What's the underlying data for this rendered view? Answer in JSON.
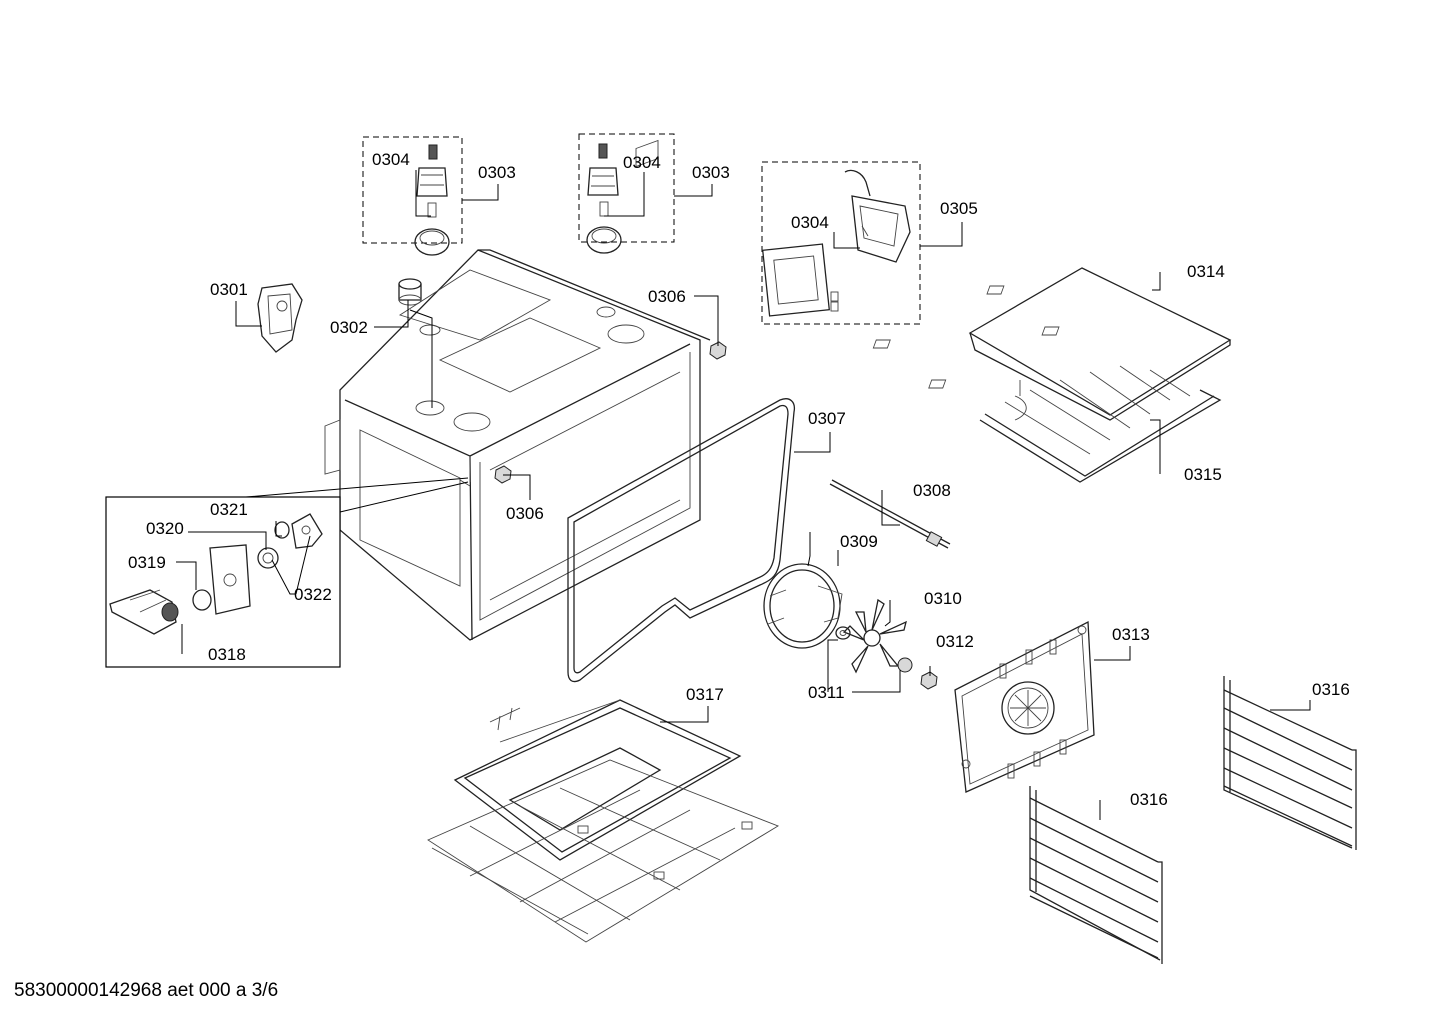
{
  "footer": {
    "doc_code": "58300000142968 aet 000 a 3/6"
  },
  "labels": {
    "p0301": "0301",
    "p0302": "0302",
    "p0303a": "0303",
    "p0303b": "0303",
    "p0304a": "0304",
    "p0304b": "0304",
    "p0304c": "0304",
    "p0305": "0305",
    "p0306a": "0306",
    "p0306b": "0306",
    "p0307": "0307",
    "p0308": "0308",
    "p0309": "0309",
    "p0310": "0310",
    "p0311": "0311",
    "p0312": "0312",
    "p0313": "0313",
    "p0314": "0314",
    "p0315": "0315",
    "p0316a": "0316",
    "p0316b": "0316",
    "p0317": "0317",
    "p0318": "0318",
    "p0319": "0319",
    "p0320": "0320",
    "p0321": "0321",
    "p0322": "0322"
  }
}
